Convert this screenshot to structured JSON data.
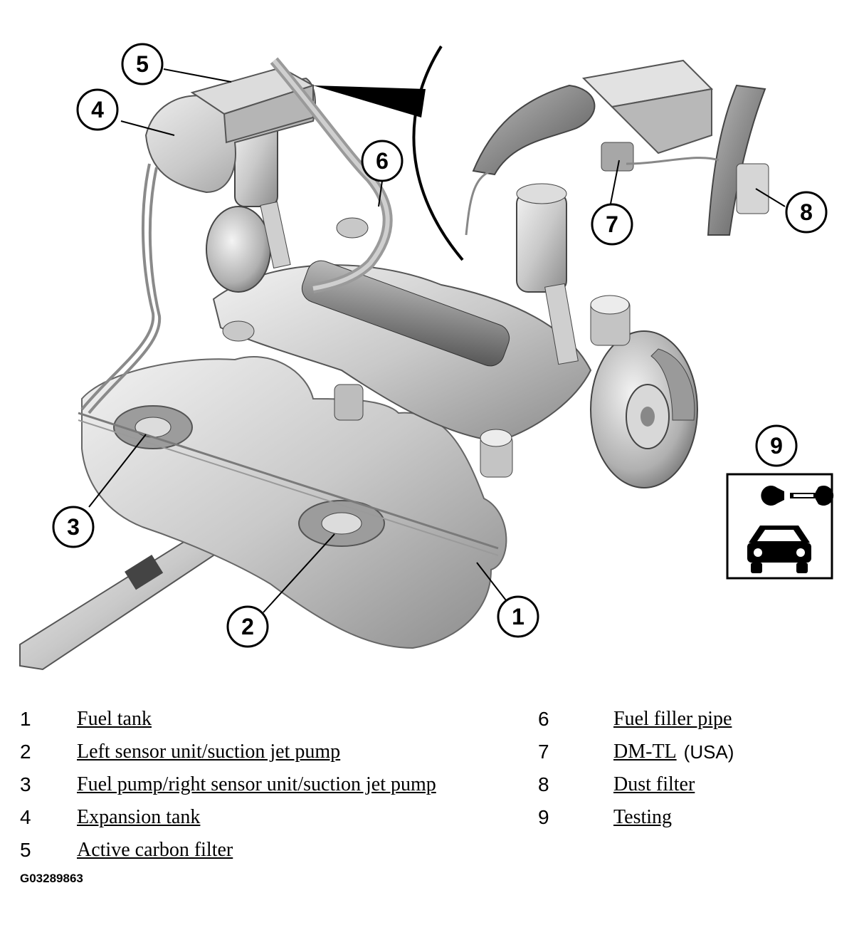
{
  "figure_code": "G03289863",
  "callouts": [
    {
      "num": "1",
      "label": "Fuel tank"
    },
    {
      "num": "2",
      "label": "Left sensor unit/suction jet pump"
    },
    {
      "num": "3",
      "label": "Fuel pump/right sensor unit/suction jet pump"
    },
    {
      "num": "4",
      "label": "Expansion tank"
    },
    {
      "num": "5",
      "label": "Active carbon filter"
    },
    {
      "num": "6",
      "label": "Fuel filler pipe"
    },
    {
      "num": "7",
      "label": "DM-TL",
      "note": "(USA)"
    },
    {
      "num": "8",
      "label": "Dust filter"
    },
    {
      "num": "9",
      "label": "Testing"
    }
  ],
  "icons": {
    "testing_box": [
      "wrench-icon",
      "car-icon"
    ]
  }
}
